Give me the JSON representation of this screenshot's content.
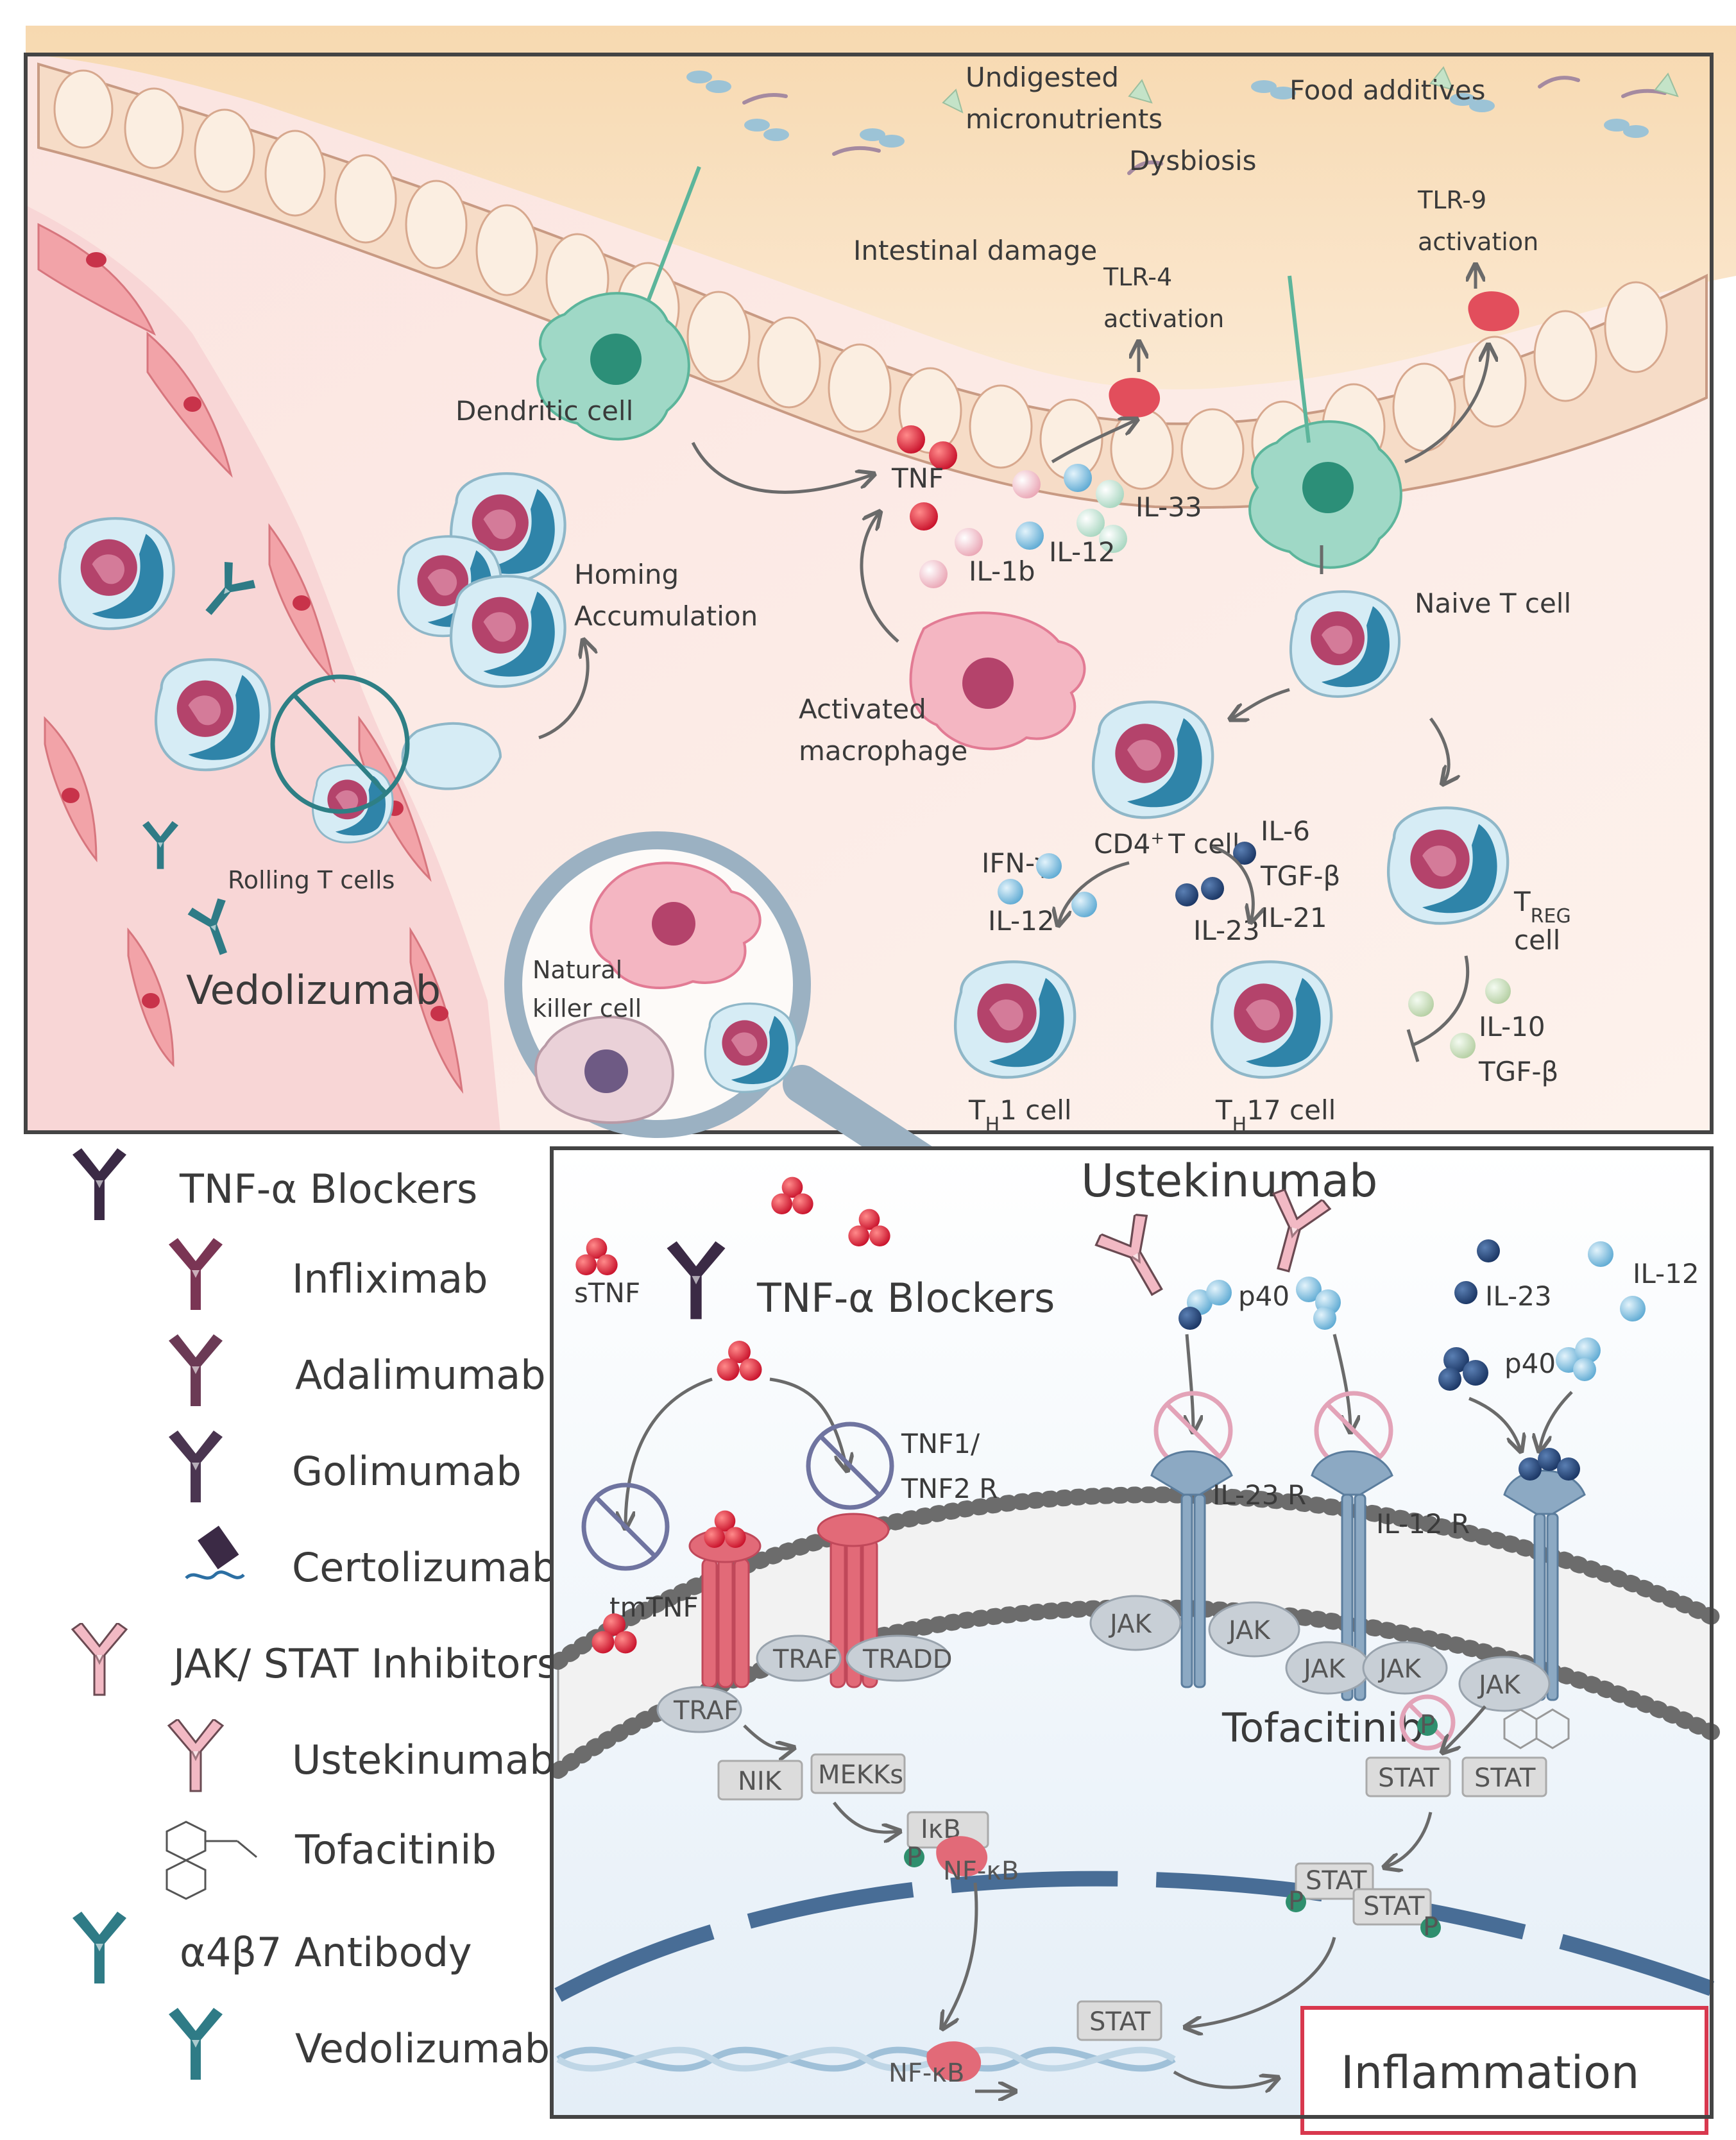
{
  "colors": {
    "tnf_blocker": "#3b2a45",
    "infliximab": "#7a3554",
    "adalimumab": "#6b3a55",
    "golimumab": "#4a3550",
    "jak_stat": "#f2b9c4",
    "a4b7": "#2f7b86",
    "tnf_ball": "#e0303a",
    "il23_ball": "#1f3f6e",
    "il12_ball": "#6bb7dc",
    "inflammation_border": "#d8384e"
  },
  "top": {
    "undigested": "Undigested",
    "micronutrients": "micronutrients",
    "food_additives": "Food additives",
    "dysbiosis": "Dysbiosis",
    "intestinal_damage": "Intestinal damage",
    "tlr4_a": "TLR-4",
    "tlr4_b": "activation",
    "tlr9_a": "TLR-9",
    "tlr9_b": "activation",
    "dendritic": "Dendritic cell",
    "tnf": "TNF",
    "il33": "IL-33",
    "il1b": "IL-1b",
    "il12": "IL-12",
    "naive": "Naive T cell",
    "homing": "Homing",
    "accumulation": "Accumulation",
    "activated": "Activated",
    "macrophage": "macrophage",
    "cd4": "CD4",
    "cd4_sup": "+",
    "cd4_tail": "T cell",
    "ifn": "IFN-γ",
    "il12b": "IL-12",
    "il6": "IL-6",
    "tgfb": "TGF-β",
    "il21": "IL-21",
    "il23": "IL-23",
    "treg_t": "T",
    "treg_sub": "REG",
    "treg_cell": "cell",
    "il10": "IL-10",
    "tgfb2": "TGF-β",
    "th1_t": "T",
    "th1_sub": "H",
    "th1_tail": "1 cell",
    "th17_t": "T",
    "th17_sub": "H",
    "th17_tail": "17 cell",
    "rolling": "Rolling T cells",
    "vedolizumab": "Vedolizumab",
    "nk_a": "Natural",
    "nk_b": "killer cell"
  },
  "legend": {
    "tnf_blockers": "TNF-α Blockers",
    "infliximab": "Infliximab",
    "adalimumab": "Adalimumab",
    "golimumab": "Golimumab",
    "certolizumab": "Certolizumab",
    "jak_stat": "JAK/ STAT Inhibitors",
    "ustekinumab": "Ustekinumab",
    "tofacitinib": "Tofacitinib",
    "a4b7": "α4β7 Antibody",
    "vedolizumab": "Vedolizumab"
  },
  "bottom": {
    "ustekinumab": "Ustekinumab",
    "stnf": "sTNF",
    "tnf_blockers": "TNF-α Blockers",
    "p40a": "p40",
    "il23": "IL-23",
    "il12": "IL-12",
    "p40b": "p40",
    "tnf1": "TNF1/",
    "tnf2r": "TNF2 R",
    "il23r": "IL-23 R",
    "il12r": "IL-12 R",
    "tmtnf": "tmTNF",
    "traf1": "TRAF",
    "tradd": "TRADD",
    "traf2": "TRAF",
    "jak1": "JAK",
    "jak2": "JAK",
    "jak3": "JAK",
    "jak4": "JAK",
    "jak5": "JAK",
    "tofacitinib": "Tofacitinib",
    "p_sym": "P",
    "stat1": "STAT",
    "stat2": "STAT",
    "nik": "NIK",
    "mekks": "MEKKs",
    "ikb": "IκB",
    "nfkb": "NF-κB",
    "stat3": "STAT",
    "stat4": "STAT",
    "nfkb2": "NF-κB",
    "stat5": "STAT",
    "inflammation": "Inflammation"
  }
}
